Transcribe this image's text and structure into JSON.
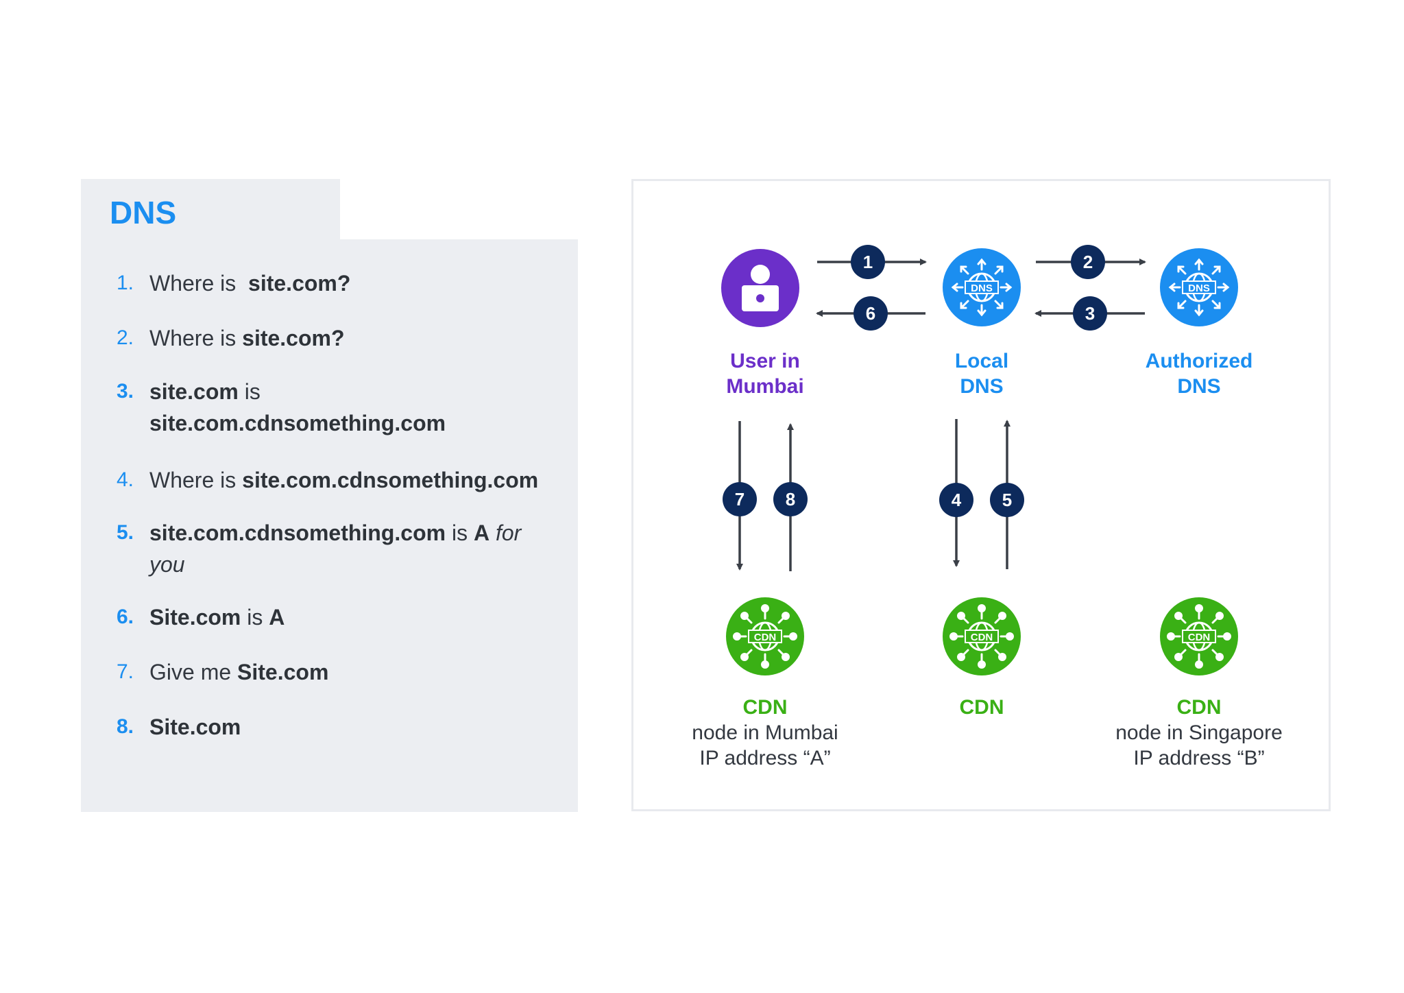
{
  "panel": {
    "title": "DNS",
    "steps": [
      {
        "num": "1.",
        "parts": [
          {
            "t": "Where is  "
          },
          {
            "t": "site.com?",
            "b": true
          }
        ]
      },
      {
        "num": "2.",
        "parts": [
          {
            "t": "Where is "
          },
          {
            "t": "site.com?",
            "b": true
          }
        ]
      },
      {
        "num": "3.",
        "bold": true,
        "parts": [
          {
            "t": "site.com",
            "b": true
          },
          {
            "t": " is"
          },
          {
            "br": true
          },
          {
            "t": "site.com.cdnsomething.com",
            "b": true
          }
        ]
      },
      {
        "num": "4.",
        "parts": [
          {
            "t": "Where is "
          },
          {
            "t": "site.com.cdnsomething.com",
            "b": true
          }
        ]
      },
      {
        "num": "5.",
        "bold": true,
        "parts": [
          {
            "t": "site.com.cdnsomething.com",
            "b": true
          },
          {
            "t": " is "
          },
          {
            "t": "A",
            "b": true
          },
          {
            "t": " for",
            "i": true
          },
          {
            "br": true
          },
          {
            "t": "you",
            "i": true
          }
        ]
      },
      {
        "num": "6.",
        "bold": true,
        "parts": [
          {
            "t": "Site.com",
            "b": true
          },
          {
            "t": " is "
          },
          {
            "t": "A",
            "b": true
          }
        ]
      },
      {
        "num": "7.",
        "parts": [
          {
            "t": "Give me "
          },
          {
            "t": "Site.com",
            "b": true
          }
        ]
      },
      {
        "num": "8.",
        "bold": true,
        "parts": [
          {
            "t": "Site.com",
            "b": true
          }
        ]
      }
    ]
  },
  "diagram": {
    "nodes": {
      "user": {
        "line1": "User in",
        "line2": "Mumbai",
        "icon": "user-lock-icon",
        "color": "#6b2fc9"
      },
      "local_dns": {
        "line1": "Local",
        "line2": "DNS",
        "icon": "dns-globe-icon",
        "color": "#1b8ef0"
      },
      "auth_dns": {
        "line1": "Authorized",
        "line2": "DNS",
        "icon": "dns-globe-icon",
        "color": "#1b8ef0"
      },
      "cdn_mumbai": {
        "title": "CDN",
        "sub1": "node in Mumbai",
        "sub2": "IP address “A”",
        "icon": "cdn-globe-icon",
        "color": "#3ab015"
      },
      "cdn_local": {
        "title": "CDN",
        "icon": "cdn-globe-icon",
        "color": "#3ab015"
      },
      "cdn_singapore": {
        "title": "CDN",
        "sub1": "node in Singapore",
        "sub2": "IP address “B”",
        "icon": "cdn-globe-icon",
        "color": "#3ab015"
      }
    },
    "icon_text": {
      "dns": "DNS",
      "cdn": "CDN"
    },
    "arrows": [
      "1",
      "2",
      "3",
      "4",
      "5",
      "6",
      "7",
      "8"
    ],
    "colors": {
      "badge": "#0d2a5c",
      "arrow": "#3a3f47"
    }
  }
}
